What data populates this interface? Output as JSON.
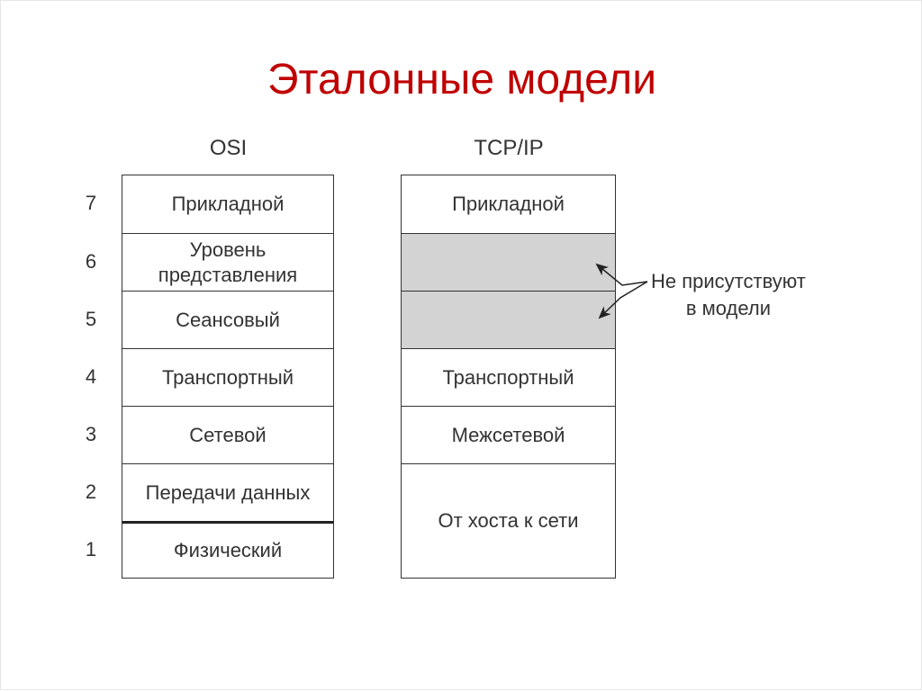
{
  "title": "Эталонные модели",
  "osi": {
    "header": "OSI",
    "layers": [
      {
        "num": "7",
        "label": "Прикладной"
      },
      {
        "num": "6",
        "label": "Уровень представления"
      },
      {
        "num": "5",
        "label": "Сеансовый"
      },
      {
        "num": "4",
        "label": "Транспортный"
      },
      {
        "num": "3",
        "label": "Сетевой"
      },
      {
        "num": "2",
        "label": "Передачи данных"
      },
      {
        "num": "1",
        "label": "Физический"
      }
    ]
  },
  "tcpip": {
    "header": "TCP/IP",
    "layers": [
      {
        "label": "Прикладной"
      },
      {
        "label": ""
      },
      {
        "label": ""
      },
      {
        "label": "Транспортный"
      },
      {
        "label": "Межсетевой"
      },
      {
        "label": "От хоста к сети"
      }
    ],
    "shaded_fill": "#d3d3d3"
  },
  "annotation": {
    "line1": "Не присутствуют",
    "line2": "в модели"
  },
  "colors": {
    "title": "#c00000",
    "lines": "#333333"
  }
}
